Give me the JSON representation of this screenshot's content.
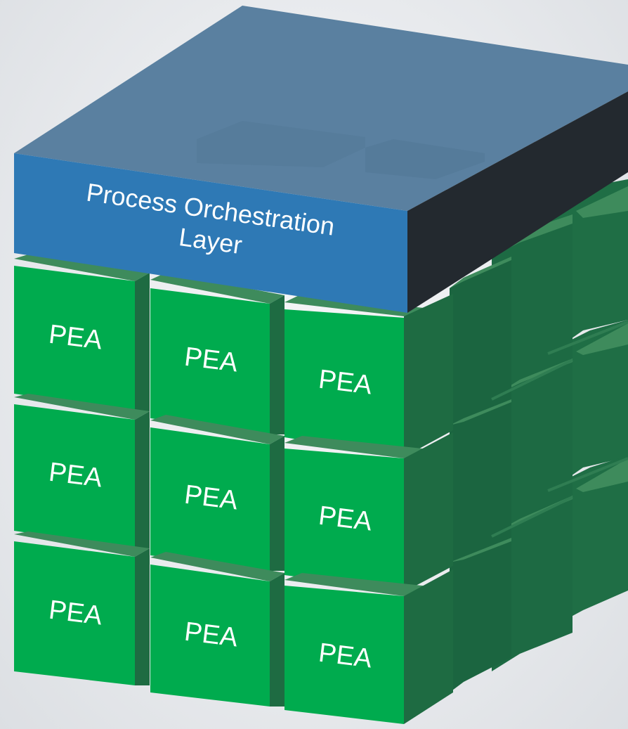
{
  "orchestration_layer": {
    "label_line1": "Process Orchestration",
    "label_line2": "Layer"
  },
  "modules": {
    "label": "PEA",
    "rows": 3,
    "columns": 3
  },
  "colors": {
    "background": "#e9ebee",
    "module_front": "#00ab4e",
    "module_top": "#3e8b5c",
    "module_side": "#1e6b42",
    "module_back": "#1f6e45",
    "layer_front": "#2e79b5",
    "layer_top": "#5a80a0",
    "layer_side": "#23292f"
  }
}
